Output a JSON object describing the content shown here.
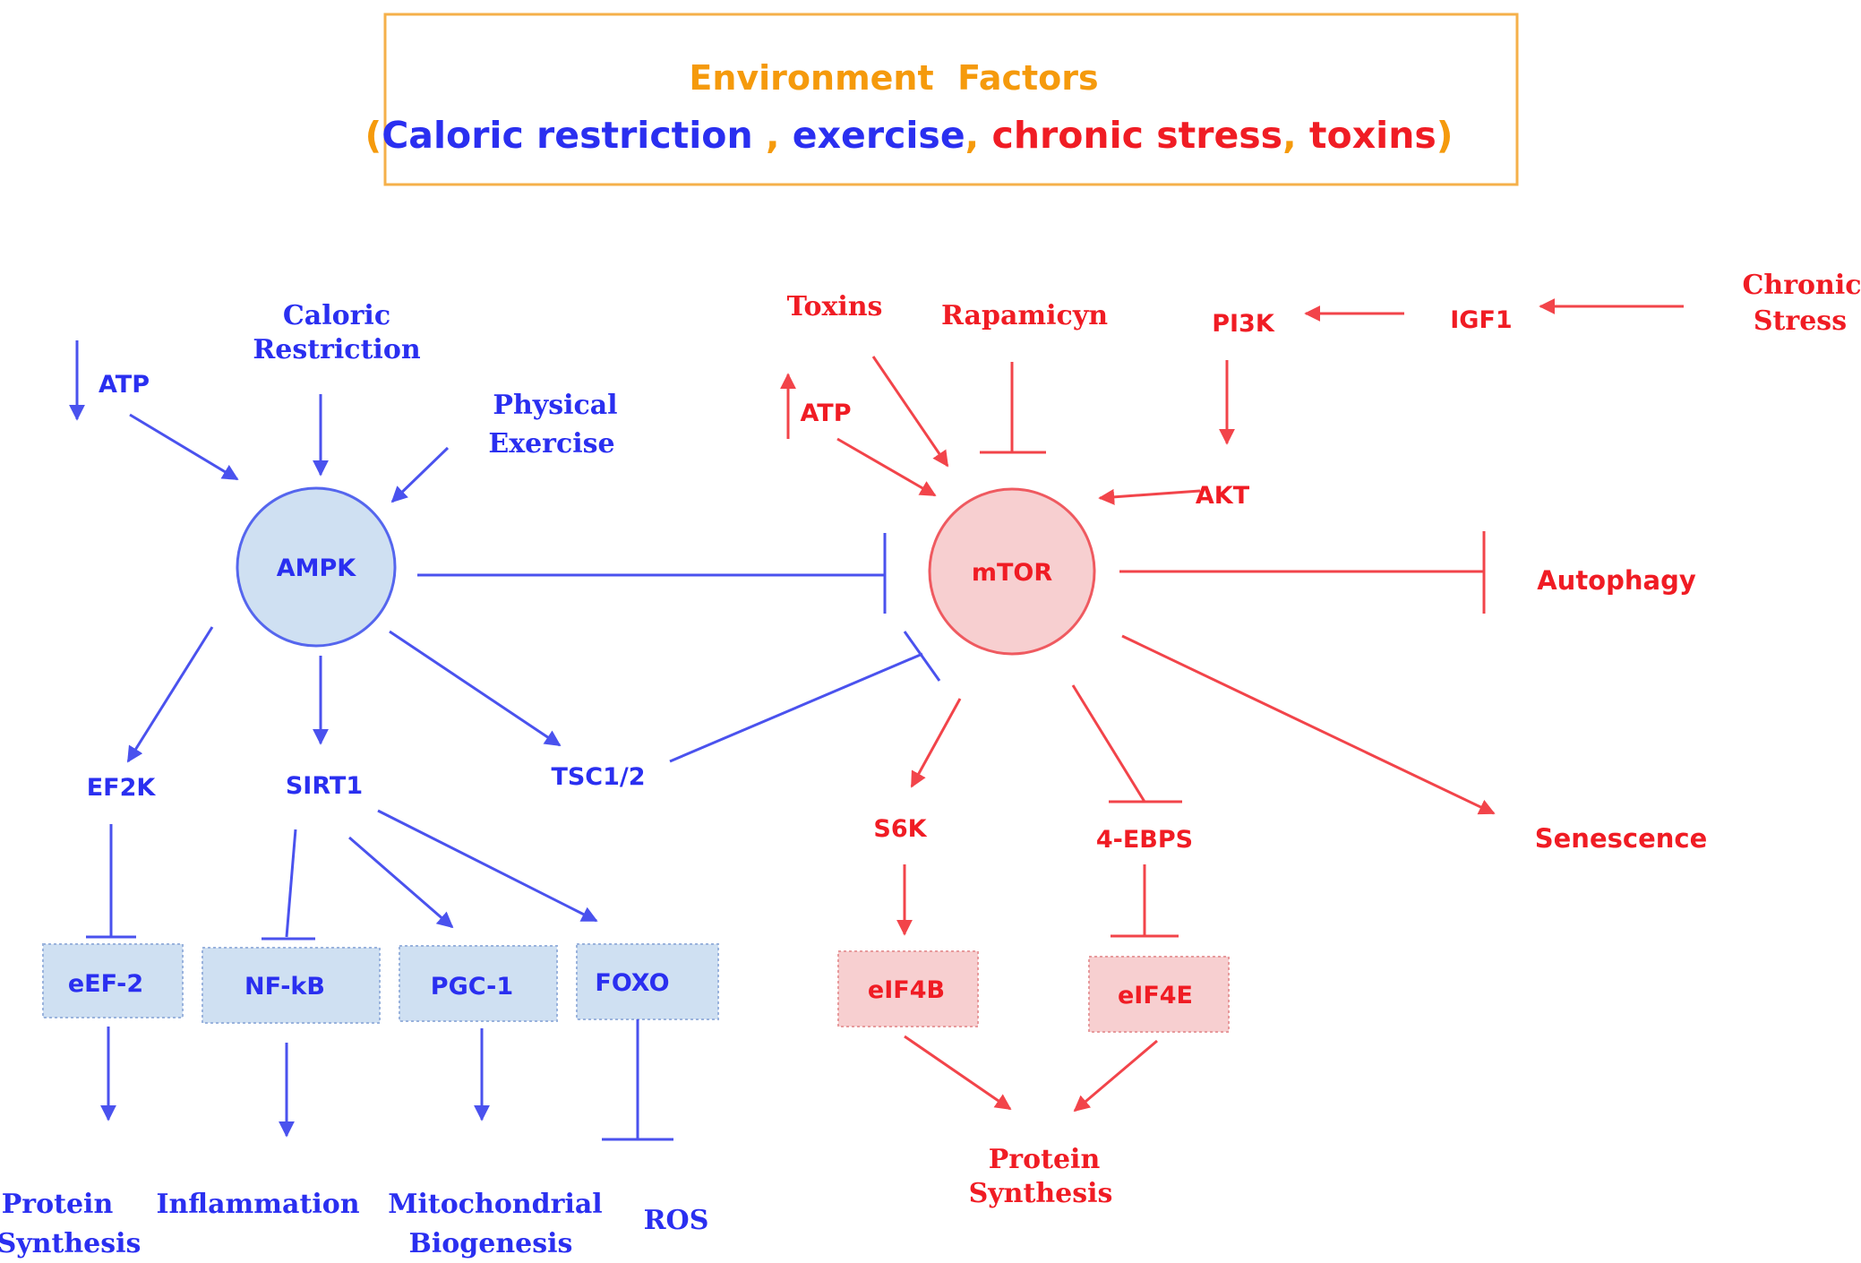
{
  "header": {
    "title": "Environment  Factors",
    "paren_open": "(",
    "caloric": "Caloric restriction ",
    "sep1": ", ",
    "exercise": "exercise",
    "sep2": ", ",
    "stress": "chronic stress",
    "sep3": ", ",
    "toxins": "toxins",
    "paren_close": ")"
  },
  "ampk_side": {
    "atp": "ATP",
    "caloric_1": "Caloric",
    "caloric_2": "Restriction",
    "exercise_1": "Physical",
    "exercise_2": "Exercise",
    "ampk": "AMPK",
    "ef2k": "EF2K",
    "sirt1": "SIRT1",
    "tsc": "TSC1/2",
    "boxes": [
      "eEF-2",
      "NF-kB",
      "PGC-1",
      "FOXO"
    ],
    "outputs": {
      "protein_1": "Protein",
      "protein_2": "Synthesis",
      "inflammation": "Inflammation",
      "mito_1": "Mitochondrial",
      "mito_2": "Biogenesis",
      "ros": "ROS"
    }
  },
  "mtor_side": {
    "toxins": "Toxins",
    "rapamycin": "Rapamicyn",
    "pi3k": "PI3K",
    "igf1": "IGF1",
    "stress_1": "Chronic",
    "stress_2": "Stress",
    "atp": "ATP",
    "akt": "AKT",
    "mtor": "mTOR",
    "autophagy": "Autophagy",
    "s6k": "S6K",
    "ebps": "4-EBPS",
    "senescence": "Senescence",
    "boxes": [
      "eIF4B",
      "eIF4E"
    ],
    "protein_1": "Protein",
    "protein_2": "Synthesis"
  },
  "colors": {
    "blue_text": "#2a2ff0",
    "blue_line": "#4a52ee",
    "red_text": "#f01c24",
    "red_line": "#f2444a",
    "orange": "#f59a0c",
    "blue_fill": "#cfe0f2",
    "red_fill": "#f7cfd0"
  }
}
